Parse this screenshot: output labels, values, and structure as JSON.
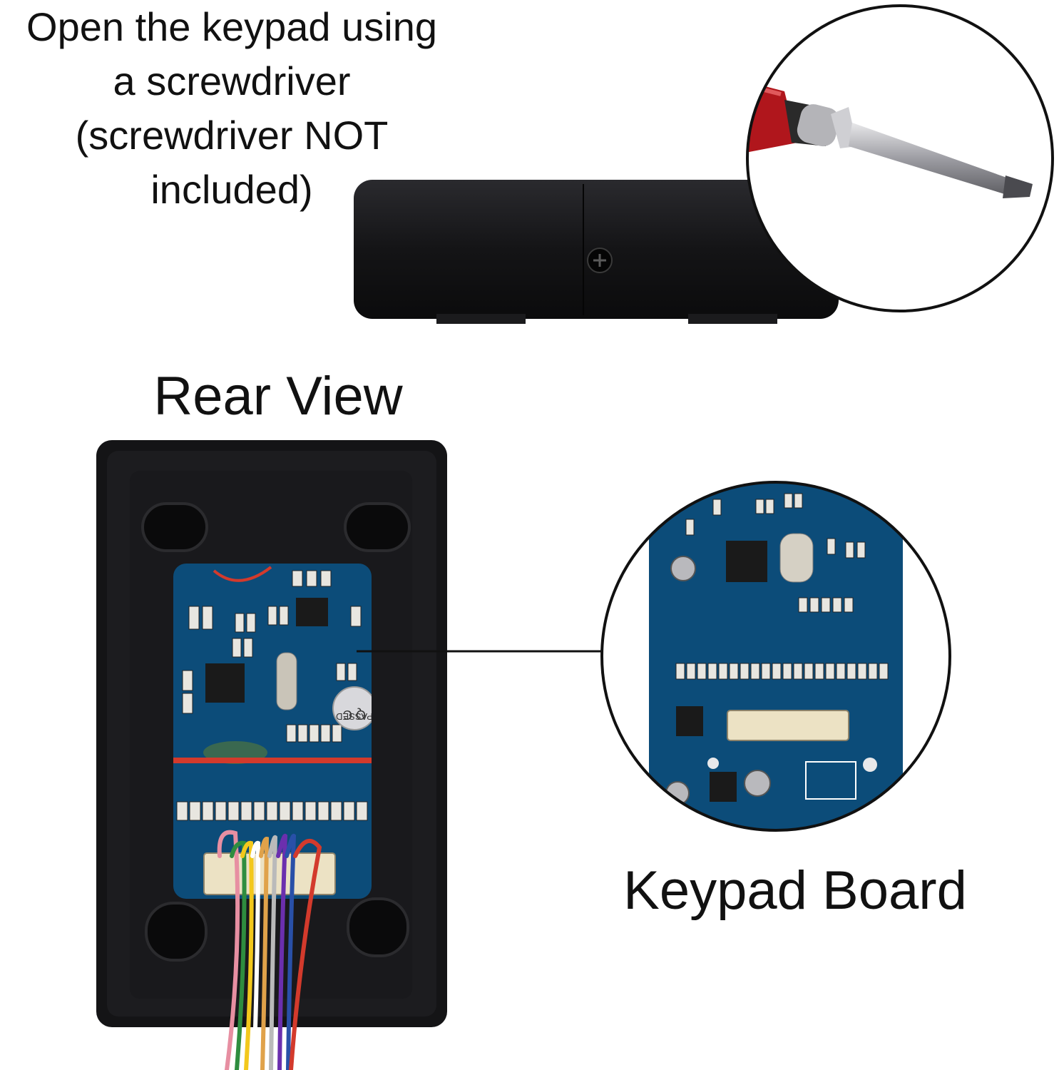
{
  "captions": {
    "instruction": "Open the keypad using\na screwdriver\n(screwdriver NOT\nincluded)",
    "rear_view": "Rear View",
    "keypad_board": "Keypad Board"
  },
  "pcb": {
    "stamp_text": "PASSED",
    "stamp_letters": "Q C"
  },
  "colors": {
    "housing": "#111114",
    "pcb": "#0c4c79",
    "screwdriver_handle": "#b0161c",
    "wire_red": "#d33a2c"
  }
}
